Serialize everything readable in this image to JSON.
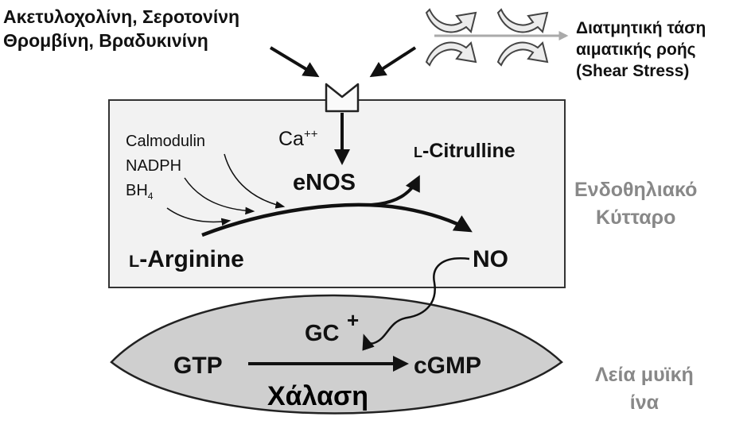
{
  "agonists": {
    "line1": "Ακετυλοχολίνη, Σεροτονίνη",
    "line2": "Θρομβίνη, Βραδυκινίνη"
  },
  "shear_stress": {
    "line1": "Διατμητική τάση",
    "line2": "αιματικής ροής",
    "line3": "(Shear Stress)"
  },
  "endothelial_cell": {
    "line1": "Ενδοθηλιακό",
    "line2": "Κύτταρο"
  },
  "smooth_muscle": {
    "line1": "Λεία μυϊκή",
    "line2": "ίνα"
  },
  "cofactors": {
    "calmodulin": "Calmodulin",
    "nadph": "NADPH",
    "bh": "BH",
    "bh_sub": "4"
  },
  "calcium": {
    "base": "Ca",
    "charge": "++"
  },
  "enzyme": "eNOS",
  "citrulline": {
    "prefix": "L",
    "name": "-Citrulline"
  },
  "arginine": {
    "prefix": "L",
    "name": "-Arginine"
  },
  "nitric_oxide": "NO",
  "guanylate_cyclase": "GC",
  "activation_sign": "+",
  "gtp": "GTP",
  "cgmp": "cGMP",
  "relaxation": "Χάλαση",
  "colors": {
    "cell_fill": "#f2f2f2",
    "fiber_fill": "#cfcfcf",
    "label_gray": "#888888",
    "stroke": "#111111"
  }
}
